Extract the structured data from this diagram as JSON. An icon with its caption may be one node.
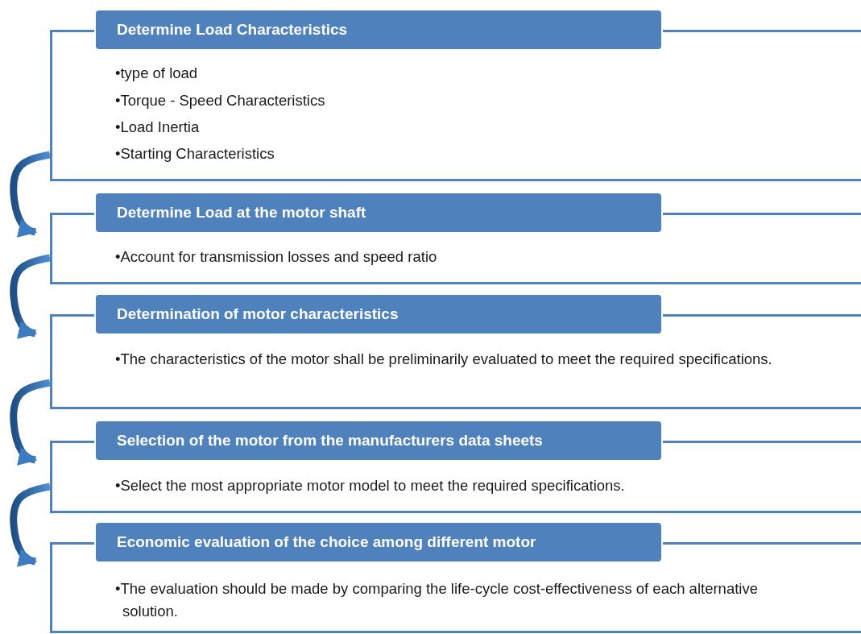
{
  "diagram": {
    "nodes": [
      {
        "text": [
          "Determine Load Characteristics",
          "•type of load",
          "•Torque - Speed Characteristics",
          "•Load Inertia",
          "•Starting Characteristics"
        ]
      },
      {
        "text": [
          "Determine Load at the motor shaft",
          "•Account for transmission losses and speed ratio"
        ]
      },
      {
        "text": [
          "Determination of motor characteristics",
          "•The characteristics of the motor shall be preliminarily evaluated to meet the required specifications."
        ]
      },
      {
        "text": [
          "Selection of the motor from the manufacturers data sheets",
          "•Select the most appropriate motor model to meet the required specifications."
        ]
      },
      {
        "text": [
          "Economic evaluation of the choice among different motor",
          "•The evaluation should be made by comparing the life-cycle cost-effectiveness of each alternative solution."
        ]
      }
    ],
    "edges": [
      {
        "from": 0,
        "to": 1,
        "arrow": "to"
      },
      {
        "from": 1,
        "to": 2,
        "arrow": "to"
      },
      {
        "from": 2,
        "to": 3,
        "arrow": "to"
      },
      {
        "from": 3,
        "to": 4,
        "arrow": "to"
      }
    ]
  }
}
